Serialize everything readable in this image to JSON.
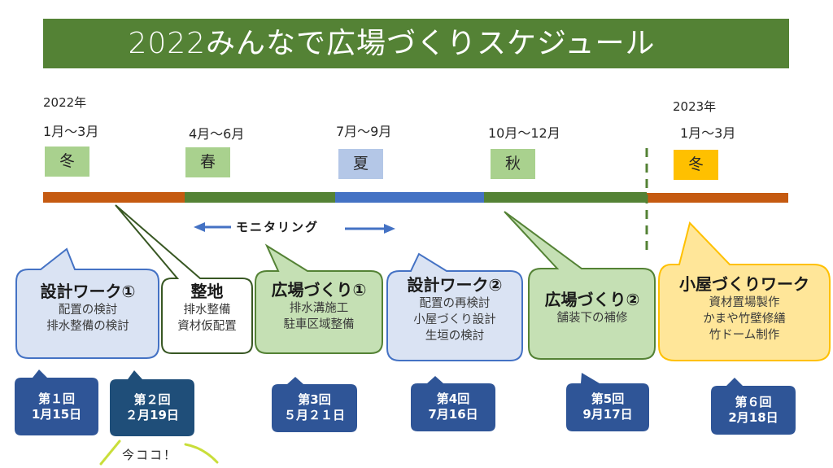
{
  "title": "2022みんなで広場づくりスケジュール",
  "colors": {
    "banner": "#548235",
    "winter_bar": "#C55A11",
    "green_bar": "#548235",
    "summer_bar": "#4472C4",
    "season_green": "#A9D18E",
    "season_blue": "#B4C7E7",
    "season_orange": "#FFC000",
    "meeting_blue": "#2F5597",
    "meeting_dark": "#1F4E79"
  },
  "timeline": {
    "year_start": "2022年",
    "year_next": "2023年",
    "periods": [
      {
        "range": "1月～3月",
        "season": "冬",
        "bar_color": "#C55A11",
        "season_color": "#A9D18E"
      },
      {
        "range": "4月～6月",
        "season": "春",
        "bar_color": "#548235",
        "season_color": "#A9D18E"
      },
      {
        "range": "7月～9月",
        "season": "夏",
        "bar_color": "#4472C4",
        "season_color": "#B4C7E7"
      },
      {
        "range": "10月～12月",
        "season": "秋",
        "bar_color": "#548235",
        "season_color": "#A9D18E"
      },
      {
        "range": "1月～3月",
        "season": "冬",
        "bar_color": "#C55A11",
        "season_color": "#FFC000"
      }
    ],
    "monitoring_label": "モニタリング"
  },
  "activities": [
    {
      "title": "設計ワーク①",
      "lines": [
        "配置の検討",
        "排水整備の検討"
      ],
      "style": "blue"
    },
    {
      "title": "整地",
      "lines": [
        "排水整備",
        "資材仮配置"
      ],
      "style": "white"
    },
    {
      "title": "広場づくり①",
      "lines": [
        "排水溝施工",
        "駐車区域整備"
      ],
      "style": "green"
    },
    {
      "title": "設計ワーク②",
      "lines": [
        "配置の再検討",
        "小屋づくり設計",
        "生垣の検討"
      ],
      "style": "blue"
    },
    {
      "title": "広場づくり②",
      "lines": [
        "舗装下の補修"
      ],
      "style": "green"
    },
    {
      "title": "小屋づくりワーク",
      "lines": [
        "資材置場製作",
        "かまや竹壁修繕",
        "竹ドーム制作"
      ],
      "style": "yellow"
    }
  ],
  "meetings": [
    {
      "round": "第１回",
      "date": "1月15日"
    },
    {
      "round": "第２回",
      "date": "２月19日"
    },
    {
      "round": "第3回",
      "date": "５月２１日"
    },
    {
      "round": "第4回",
      "date": "7月16日"
    },
    {
      "round": "第5回",
      "date": "9月17日"
    },
    {
      "round": "第６回",
      "date": "2月18日"
    }
  ],
  "current_marker": "今ココ！"
}
